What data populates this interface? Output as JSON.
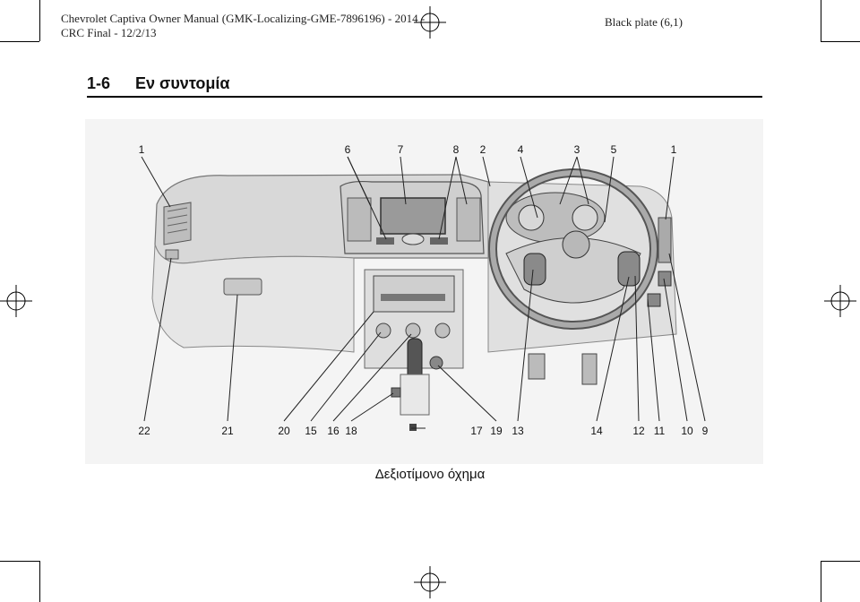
{
  "header": {
    "line1": "Chevrolet Captiva Owner Manual (GMK-Localizing-GME-7896196) - 2014 -",
    "line2": "CRC Final - 12/2/13",
    "plate": "Black plate (6,1)"
  },
  "section": {
    "page_number": "1-6",
    "title": "Εν συντομία"
  },
  "figure": {
    "callouts_top": [
      "1",
      "6",
      "7",
      "8",
      "2",
      "4",
      "3",
      "5",
      "1"
    ],
    "callouts_bottom": [
      "22",
      "21",
      "20",
      "15",
      "16",
      "18",
      "17",
      "19",
      "13",
      "14",
      "12",
      "11",
      "10",
      "9"
    ]
  },
  "caption": "Δεξιοτίμονο όχημα"
}
